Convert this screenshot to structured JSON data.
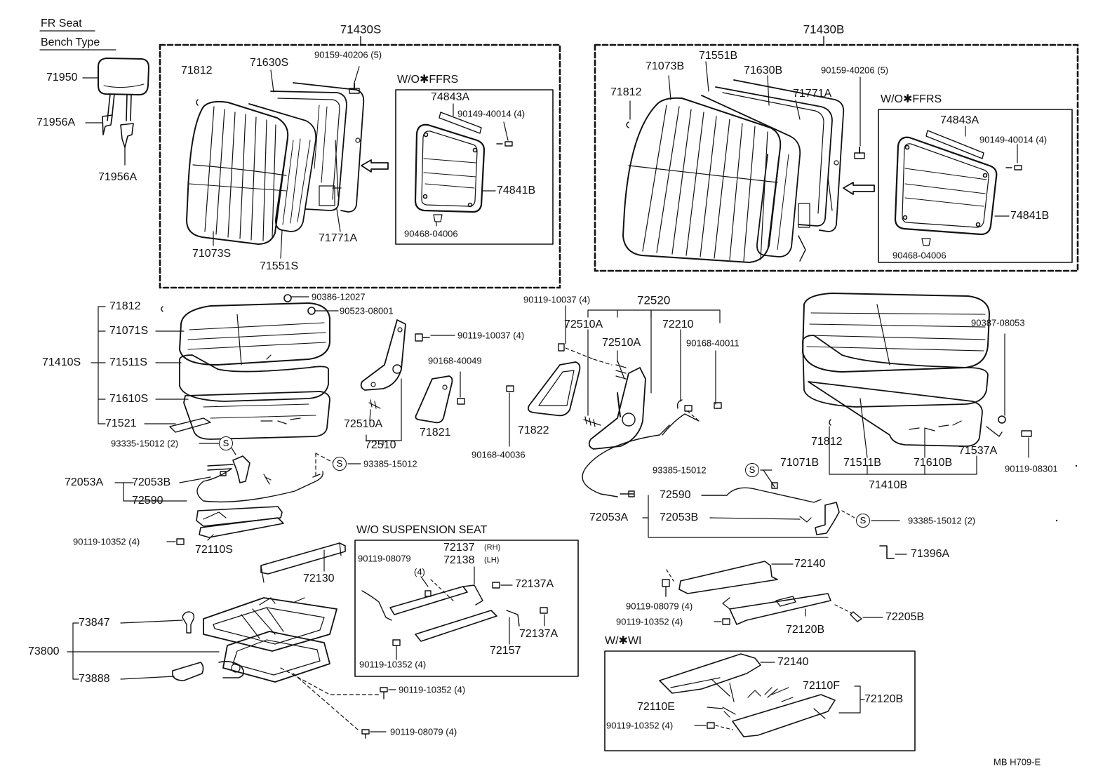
{
  "header": {
    "line1": "FR  Seat",
    "line2": "Bench Type"
  },
  "footer_code": "MB  H709-E",
  "boxes": {
    "seatback_s": "71430S",
    "seatback_b": "71430B",
    "wo_ffrs_left": "W/O✱FFRS",
    "wo_ffrs_right": "W/O✱FFRS",
    "wo_suspension": "W/O SUSPENSION  SEAT",
    "w_wi": "W/✱WI"
  },
  "s_symbol": "S",
  "labels": {
    "l71950": "71950",
    "l71956A_1": "71956A",
    "l71956A_2": "71956A",
    "l71812_a": "71812",
    "l71630S": "71630S",
    "l90159_a": "90159-40206 (5)",
    "l74843A_a": "74843A",
    "l90149_a": "90149-40014 (4)",
    "l74841B_a": "74841B",
    "l90468_a": "90468-04006",
    "l71073S": "71073S",
    "l71551S": "71551S",
    "l71771A_a": "71771A",
    "l71073B": "71073B",
    "l71551B": "71551B",
    "l71630B": "71630B",
    "l90159_b": "90159-40206 (5)",
    "l71812_b": "71812",
    "l71771A_b": "71771A",
    "l74843A_b": "74843A",
    "l90149_b": "90149-40014 (4)",
    "l74841B_b": "74841B",
    "l90468_b": "90468-04006",
    "l71812_c": "71812",
    "l71071S": "71071S",
    "l71410S": "71410S",
    "l71511S": "71511S",
    "l71610S": "71610S",
    "l71521": "71521",
    "l90386": "90386-12027",
    "l90523": "90523-08001",
    "l90119_10037_a": "90119-10037 (4)",
    "l90168_40049": "90168-40049",
    "l72510A_a": "72510A",
    "l72510": "72510",
    "l71821": "71821",
    "l90168_40036": "90168-40036",
    "l71822": "71822",
    "l90119_10037_b": "90119-10037 (4)",
    "l72520": "72520",
    "l72510A_b": "72510A",
    "l72510A_c": "72510A",
    "l72210": "72210",
    "l90168_40011": "90168-40011",
    "l93335": "93335-15012 (2)",
    "l93385_a": "93385-15012",
    "l72053A_a": "72053A",
    "l72053B_a": "72053B",
    "l72590_a": "72590",
    "l90119_10352_a": "90119-10352 (4)",
    "l72110S": "72110S",
    "l72130": "72130",
    "l73847": "73847",
    "l73800": "73800",
    "l73888": "73888",
    "l90119_10352_b": "90119-10352 (4)",
    "l90119_08079_a": "90119-08079 (4)",
    "l90119_08079_b": "90119-08079",
    "l4_paren": "(4)",
    "l72137": "72137",
    "l72137_rh": "(RH)",
    "l72138": "72138",
    "l72138_lh": "(LH)",
    "l72137A_a": "72137A",
    "l72137A_b": "72137A",
    "l90119_10352_c": "90119-10352 (4)",
    "l72157": "72157",
    "l90387": "90387-08053",
    "l71812_d": "71812",
    "l71537A": "71537A",
    "l90119_08301": "90119-08301",
    "l71071B": "71071B",
    "l71511B": "71511B",
    "l71610B": "71610B",
    "l71410B": "71410B",
    "l93385_b": "93385-15012",
    "l72590_b": "72590",
    "l72053A_b": "72053A",
    "l72053B_b": "72053B",
    "l93385_c": "93385-15012 (2)",
    "l71396A": "71396A",
    "l72140_a": "72140",
    "l90119_08079_c": "90119-08079 (4)",
    "l90119_10352_d": "90119-10352 (4)",
    "l72120B_a": "72120B",
    "l72205B": "72205B",
    "l72140_b": "72140",
    "l72110F": "72110F",
    "l72110E": "72110E",
    "l72120B_b": "72120B",
    "l90119_10352_e": "90119-10352 (4)"
  }
}
